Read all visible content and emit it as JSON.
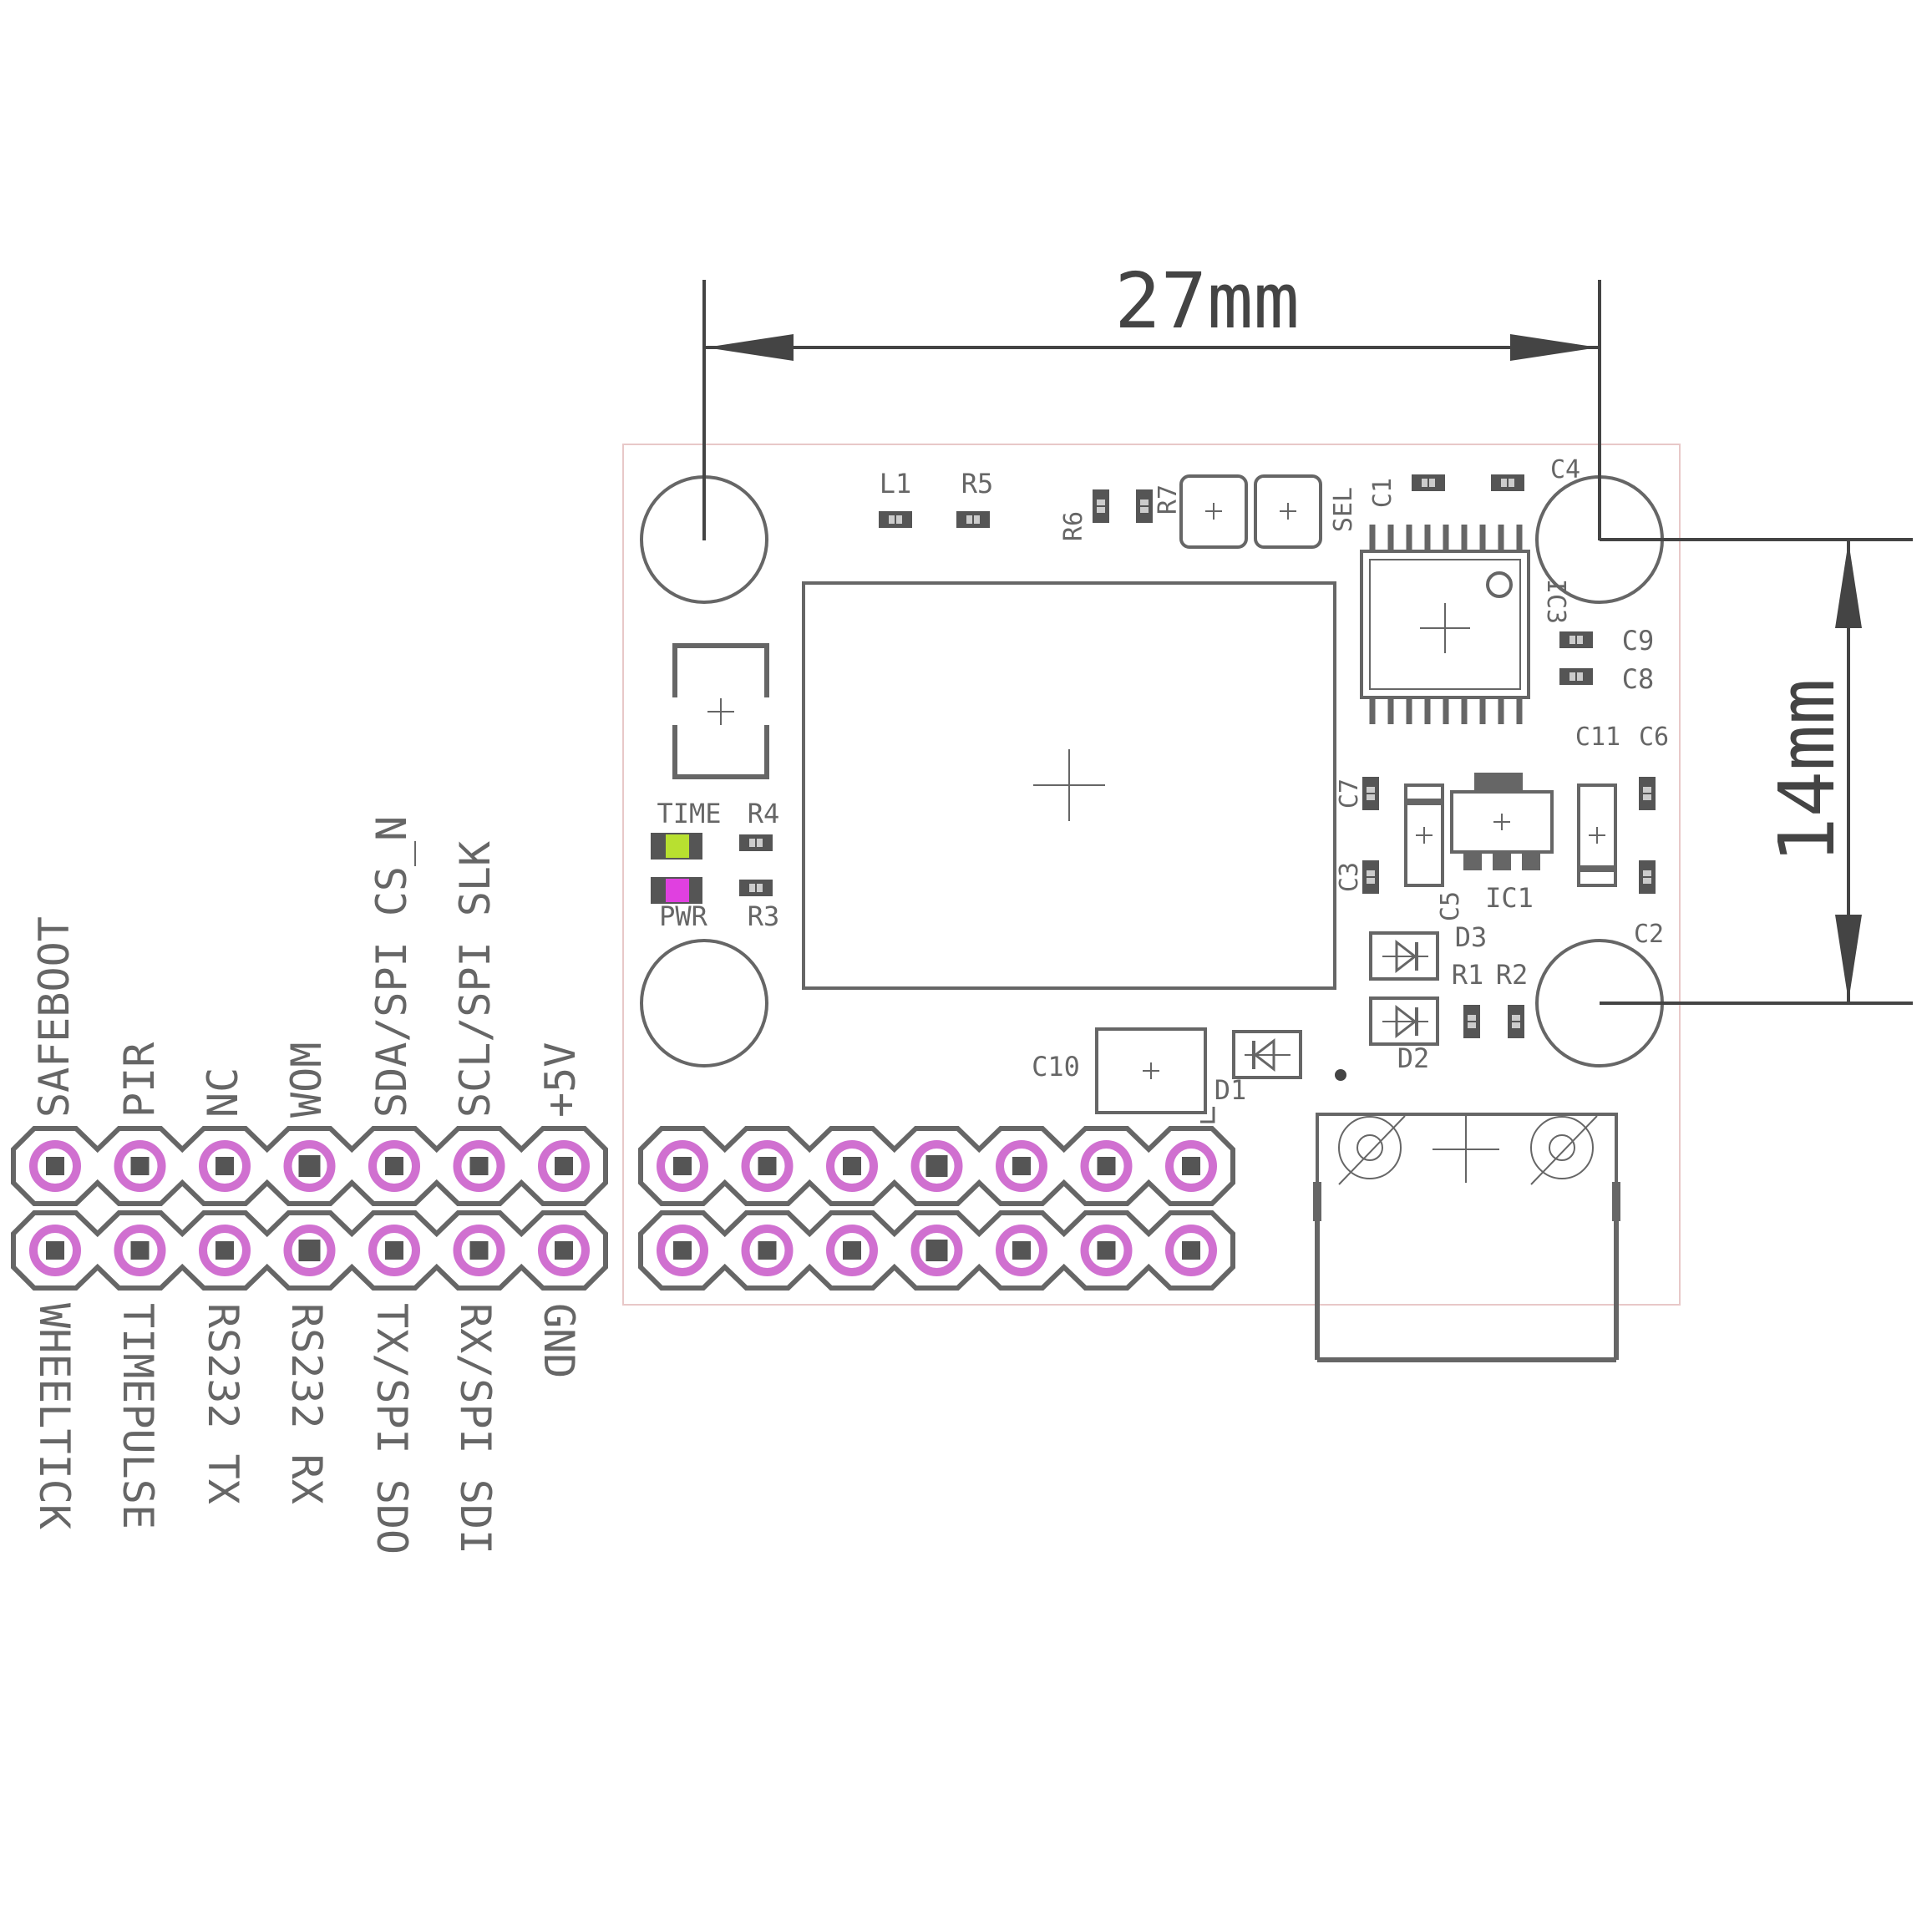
{
  "dimensions": {
    "width_label": "27mm",
    "height_label": "14mm"
  },
  "colors": {
    "silkscreen": "#666666",
    "outline": "#e8c8c8",
    "pad_ring": "#d070d0",
    "pad_center": "#555555",
    "led_time": "#b8e030",
    "led_pwr": "#e040e0",
    "dimension_line": "#444444"
  },
  "components": {
    "l1": "L1",
    "r5": "R5",
    "r6": "R6",
    "r7": "R7",
    "sel": "SEL",
    "c1": "C1",
    "c4": "C4",
    "ic3": "IC3",
    "c9": "C9",
    "c8": "C8",
    "c11": "C11",
    "c6": "C6",
    "c7": "C7",
    "c3": "C3",
    "c5": "C5",
    "ic1": "IC1",
    "d3": "D3",
    "r1": "R1",
    "r2": "R2",
    "c2": "C2",
    "d2": "D2",
    "c10": "C10",
    "d1": "D1",
    "time": "TIME",
    "r4": "R4",
    "pwr": "PWR",
    "r3": "R3"
  },
  "pins": {
    "top": [
      "SAFEBOOT",
      "PIR",
      "NC",
      "WOM",
      "SDA/SPI CS_N",
      "SCL/SPI SLK",
      "+5V"
    ],
    "bottom": [
      "WHEELTICK",
      "TIMEPULSE",
      "RS232 TX",
      "RS232 RX",
      "TX/SPI SDO",
      "RX/SPI SDI",
      "GND"
    ]
  }
}
